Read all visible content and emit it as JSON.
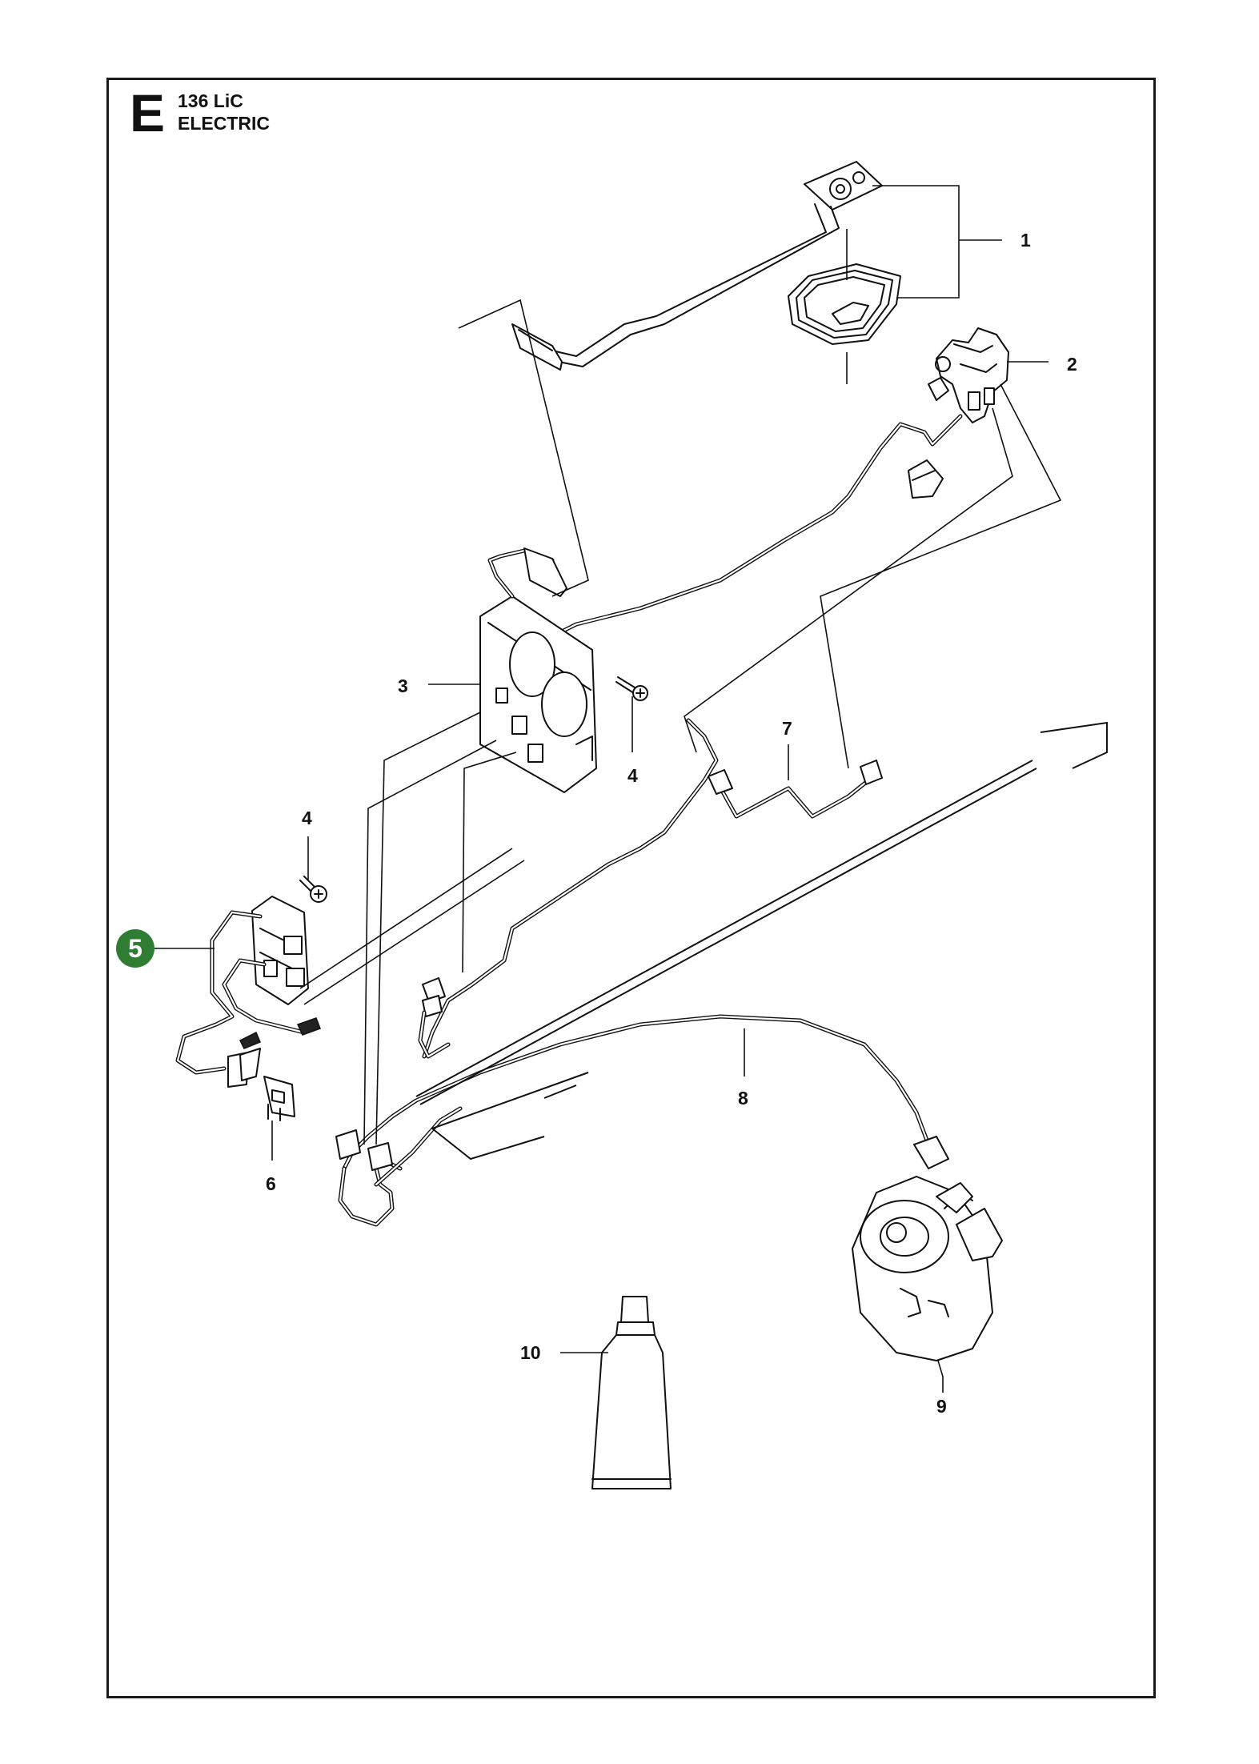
{
  "header": {
    "section_letter": "E",
    "model": "136 LiC",
    "section": "ELECTRIC"
  },
  "callouts": [
    {
      "id": "1",
      "label": "1"
    },
    {
      "id": "2",
      "label": "2"
    },
    {
      "id": "3",
      "label": "3"
    },
    {
      "id": "4a",
      "label": "4"
    },
    {
      "id": "4b",
      "label": "4"
    },
    {
      "id": "5",
      "label": "5",
      "highlighted": true
    },
    {
      "id": "6",
      "label": "6"
    },
    {
      "id": "7",
      "label": "7"
    },
    {
      "id": "8",
      "label": "8"
    },
    {
      "id": "9",
      "label": "9"
    },
    {
      "id": "10",
      "label": "10"
    }
  ],
  "colors": {
    "highlight": "#2e7d32",
    "line": "#111111",
    "background": "#ffffff"
  }
}
